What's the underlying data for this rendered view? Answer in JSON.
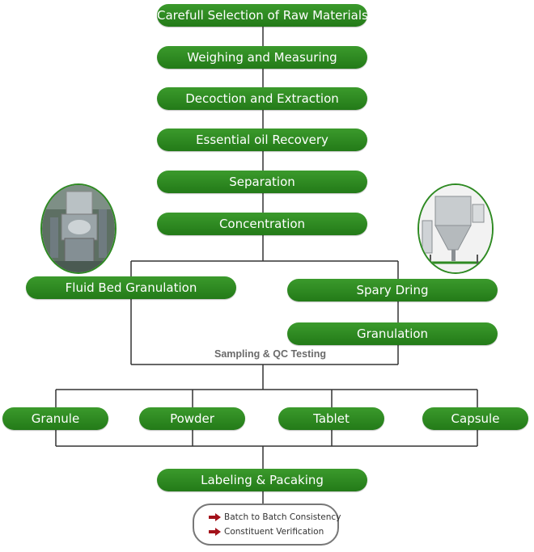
{
  "steps": {
    "raw_materials": "Carefull Selection of Raw Materials",
    "weighing": "Weighing and Measuring",
    "decoction": "Decoction and Extraction",
    "oil_recovery": "Essential oil Recovery",
    "separation": "Separation",
    "concentration": "Concentration",
    "fluid_bed": "Fluid Bed Granulation",
    "spray_drying": "Spary Dring",
    "granulation": "Granulation",
    "qc_testing": "Sampling & QC Testing",
    "labeling": "Labeling & Pacaking"
  },
  "products": [
    "Granule",
    "Powder",
    "Tablet",
    "Capsule"
  ],
  "legend": {
    "items": [
      "Batch to Batch Consistency",
      "Constituent Verification"
    ]
  },
  "colors": {
    "pill_green": "#2e8a22",
    "line": "#333333",
    "arrow_red": "#a3111a"
  }
}
